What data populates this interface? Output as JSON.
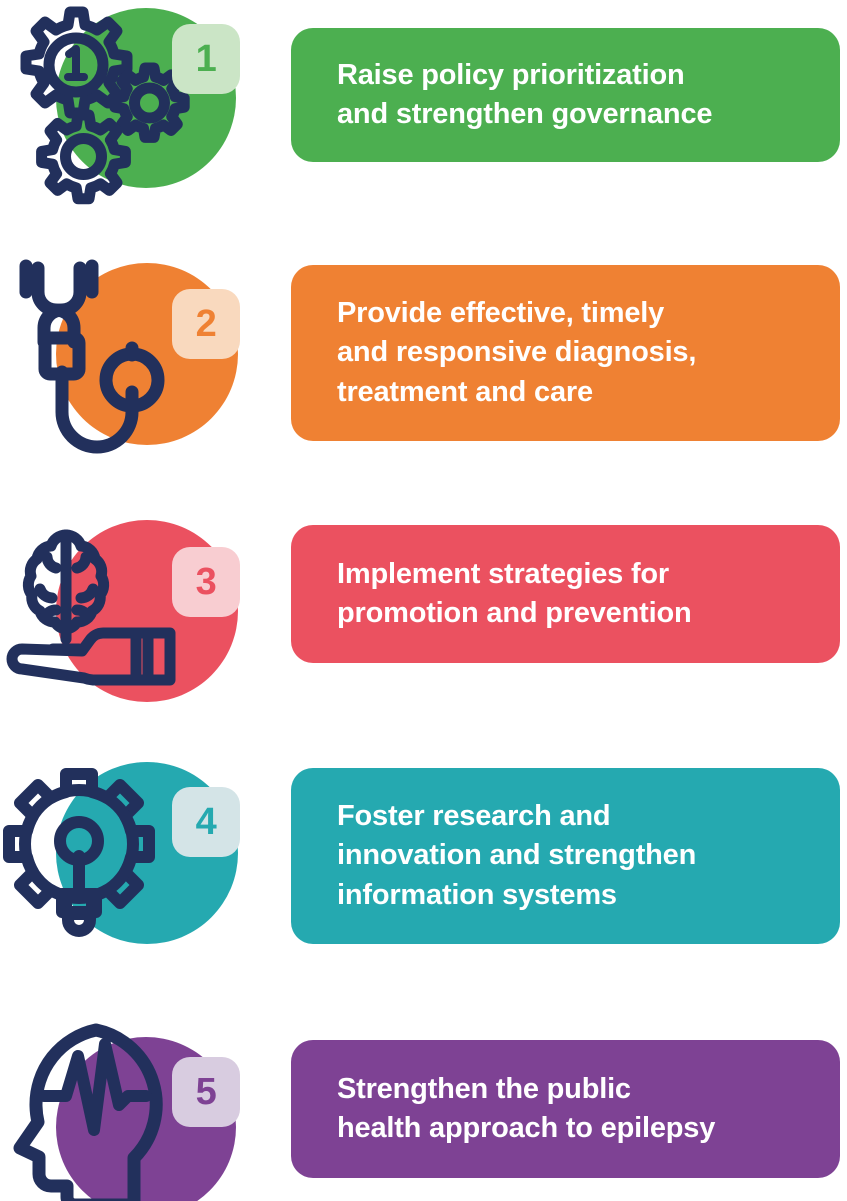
{
  "theme": {
    "background": "#ffffff",
    "icon_stroke": "#22305C",
    "text_color": "#ffffff"
  },
  "rows": [
    {
      "number": "1",
      "text": "Raise policy prioritization\nand strengthen governance",
      "color": "#4CAF50",
      "badge_bg": "#CBE5C6",
      "icon": "gears-icon"
    },
    {
      "number": "2",
      "text": "Provide effective, timely\nand responsive diagnosis,\ntreatment and care",
      "color": "#EF8133",
      "badge_bg": "#F9D9BE",
      "icon": "stethoscope-icon"
    },
    {
      "number": "3",
      "text": "Implement strategies for\npromotion and prevention",
      "color": "#EB5160",
      "badge_bg": "#F8CDD1",
      "icon": "brain-in-hand-icon"
    },
    {
      "number": "4",
      "text": "Foster research and\ninnovation and strengthen\ninformation systems",
      "color": "#25A9B0",
      "badge_bg": "#D4E4E7",
      "icon": "lightbulb-gear-icon"
    },
    {
      "number": "5",
      "text": "Strengthen the public\nhealth approach to epilepsy",
      "color": "#7E4294",
      "badge_bg": "#D8CCE0",
      "icon": "head-eeg-icon"
    }
  ]
}
